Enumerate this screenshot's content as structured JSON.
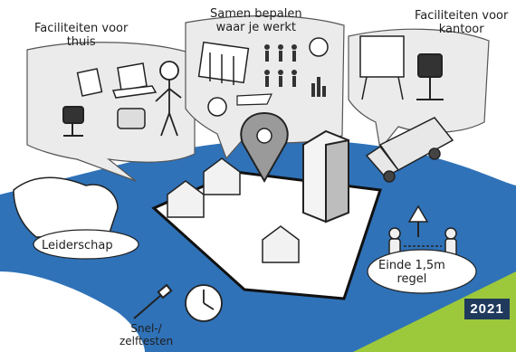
{
  "labels": {
    "facilities_home": "Faciliteiten voor\nthuis",
    "decide_together": "Samen bepalen\nwaar je werkt",
    "facilities_office": "Faciliteiten voor\nkantoor",
    "leadership": "Leiderschap",
    "distance_rule_end": "Einde 1,5m\nregel",
    "self_tests": "Snel-/\nzelftesten"
  },
  "year_badge": "2021",
  "colors": {
    "ground_blue": "#2f72b8",
    "accent_green": "#9cc83c",
    "badge_navy": "#1f3a5c",
    "sketch_grey": "#e6e6e6",
    "ink": "#1e1e1e"
  },
  "icons": [
    "location-pin-icon",
    "office-building-icon",
    "truck-icon",
    "calendar-icon",
    "people-chart-icon",
    "office-chair-icon",
    "laptop-icon",
    "house-icon",
    "warning-sign-icon",
    "clock-icon",
    "test-swab-icon",
    "checkmark-icon"
  ]
}
